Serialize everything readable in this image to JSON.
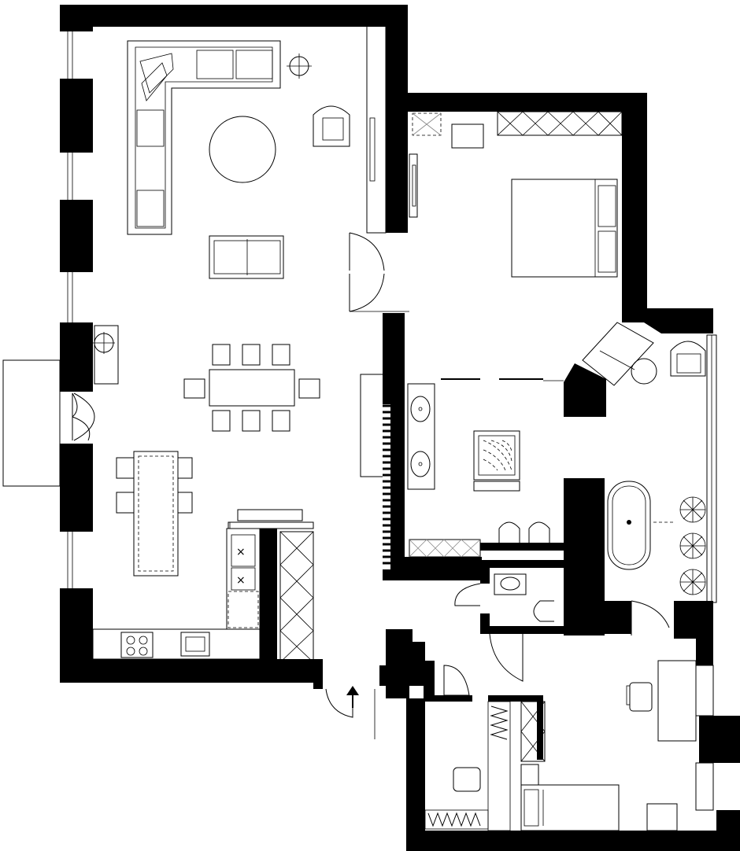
{
  "diagram": {
    "type": "floor-plan",
    "background": "#ffffff",
    "ink": "#000000",
    "rooms": [
      {
        "name": "living-room",
        "furniture": [
          "corner-sofa",
          "round-coffee-table",
          "armchair",
          "floor-lamp",
          "loveseat",
          "tv-console"
        ]
      },
      {
        "name": "dining-area",
        "furniture": [
          "dining-table",
          "dining-chairs",
          "floor-lamp"
        ]
      },
      {
        "name": "kitchen",
        "furniture": [
          "kitchen-island",
          "bar-stools",
          "cooktop",
          "sink",
          "tall-cabinets"
        ]
      },
      {
        "name": "bedroom",
        "furniture": [
          "double-bed",
          "desk",
          "wardrobe",
          "tv"
        ]
      },
      {
        "name": "master-bathroom",
        "furniture": [
          "double-vanity",
          "shower",
          "bathtub",
          "toilet",
          "bidet",
          "plants"
        ]
      },
      {
        "name": "guest-toilet",
        "furniture": [
          "washbasin",
          "toilet"
        ]
      },
      {
        "name": "study",
        "furniture": [
          "desk",
          "chair"
        ]
      },
      {
        "name": "small-bedroom",
        "furniture": [
          "single-bed",
          "nightstand",
          "wardrobe"
        ]
      },
      {
        "name": "dressing-room",
        "furniture": [
          "hanging-rails",
          "ottoman"
        ]
      },
      {
        "name": "entrance-hall",
        "furniture": [
          "entry-arrow"
        ]
      }
    ]
  }
}
